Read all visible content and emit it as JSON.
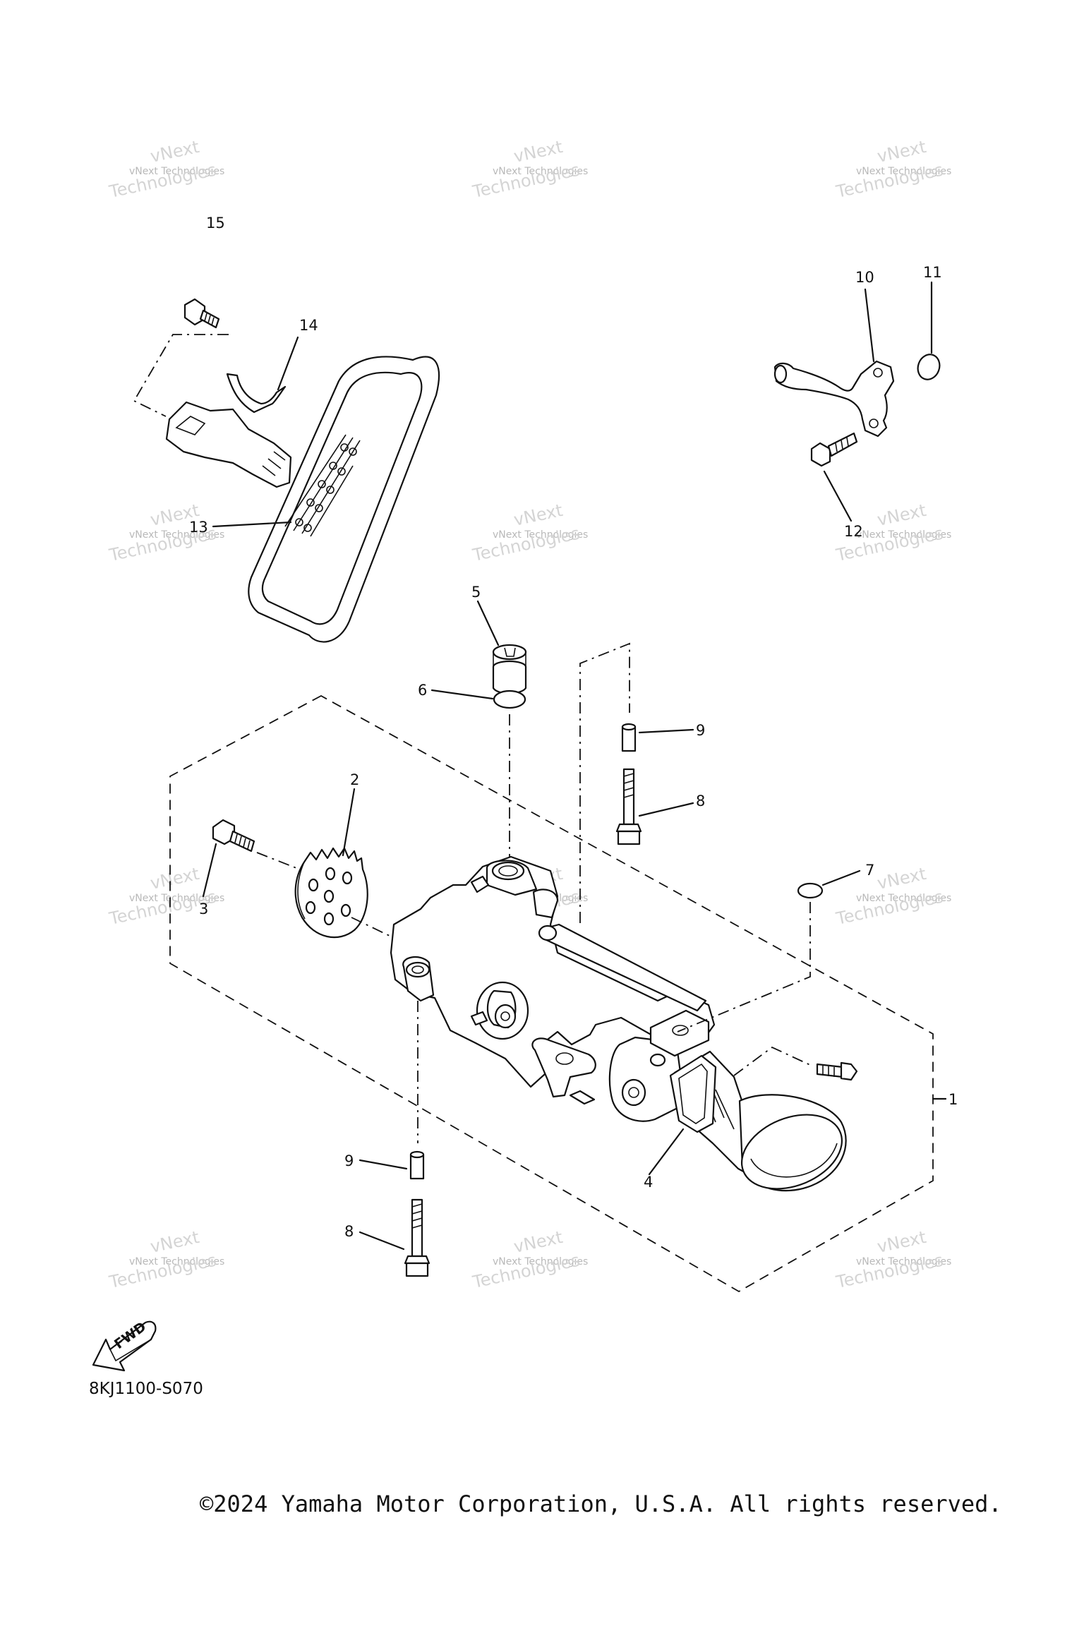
{
  "diagram": {
    "code": "8KJ1100-S070",
    "copyright": "©2024 Yamaha Motor Corporation, U.S.A. All rights reserved.",
    "fwd_label": "FWD",
    "watermark": {
      "line1": "vNext",
      "line2": "vNext Technologies",
      "line3": "Technologies"
    },
    "callouts": [
      "1",
      "2",
      "3",
      "4",
      "5",
      "6",
      "7",
      "8",
      "8",
      "9",
      "9",
      "10",
      "11",
      "12",
      "13",
      "14",
      "15"
    ]
  }
}
